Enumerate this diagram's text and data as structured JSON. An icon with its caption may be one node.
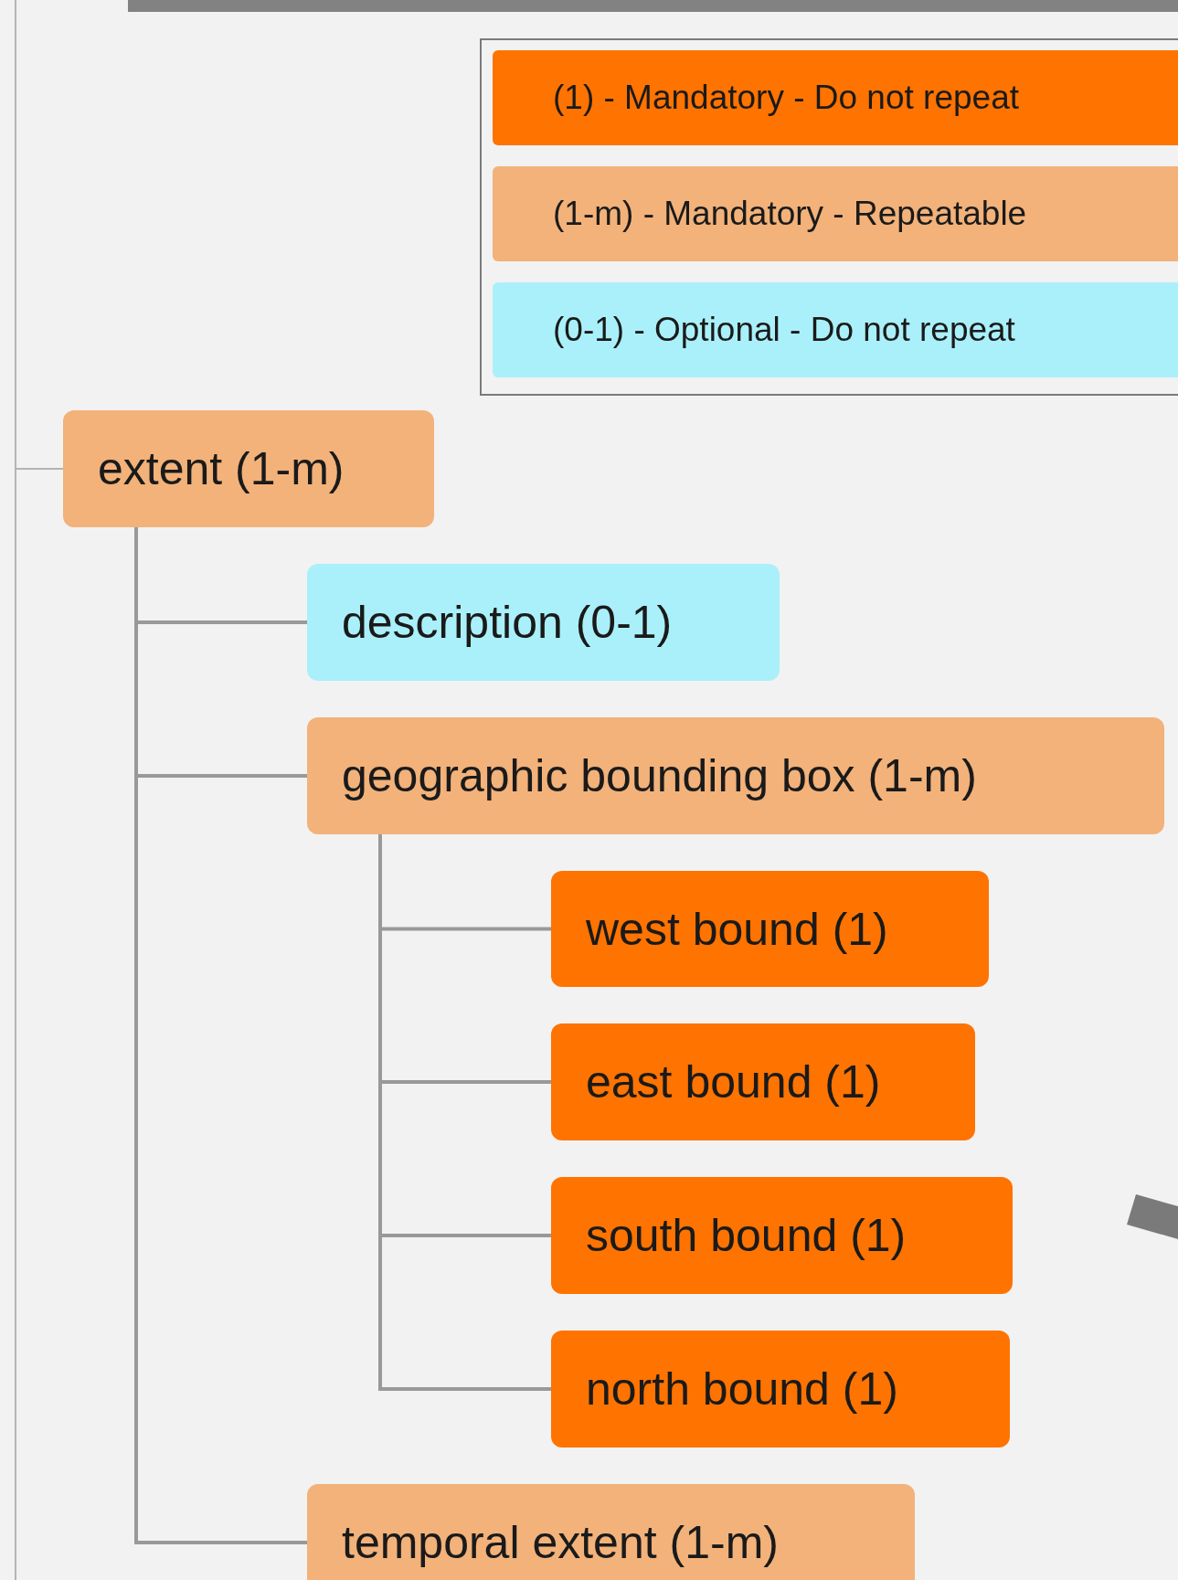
{
  "diagram": {
    "nodes": [
      {
        "text": [
          "extent (1-m)"
        ]
      },
      {
        "text": [
          "description (0-1)"
        ]
      },
      {
        "text": [
          "geographic bounding box (1-m)"
        ]
      },
      {
        "text": [
          "west bound (1)"
        ]
      },
      {
        "text": [
          "east bound (1)"
        ]
      },
      {
        "text": [
          "south bound (1)"
        ]
      },
      {
        "text": [
          "north bound (1)"
        ]
      },
      {
        "text": [
          "temporal extent (1-m)"
        ]
      }
    ],
    "edges": [
      {
        "from": null,
        "to": 0,
        "arrow": "none"
      },
      {
        "from": 0,
        "to": 1,
        "arrow": "none"
      },
      {
        "from": 0,
        "to": 2,
        "arrow": "none"
      },
      {
        "from": 2,
        "to": 3,
        "arrow": "none"
      },
      {
        "from": 2,
        "to": 4,
        "arrow": "none"
      },
      {
        "from": 2,
        "to": 5,
        "arrow": "none"
      },
      {
        "from": 2,
        "to": 6,
        "arrow": "none"
      },
      {
        "from": 0,
        "to": 7,
        "arrow": "none"
      }
    ],
    "legend": [
      {
        "text": "(1) - Mandatory - Do not repeat",
        "color": "#ff7300"
      },
      {
        "text": "(1-m) - Mandatory - Repeatable",
        "color": "#f2b27a"
      },
      {
        "text": "(0-1) - Optional - Do not repeat",
        "color": "#aaf0fa"
      }
    ]
  }
}
